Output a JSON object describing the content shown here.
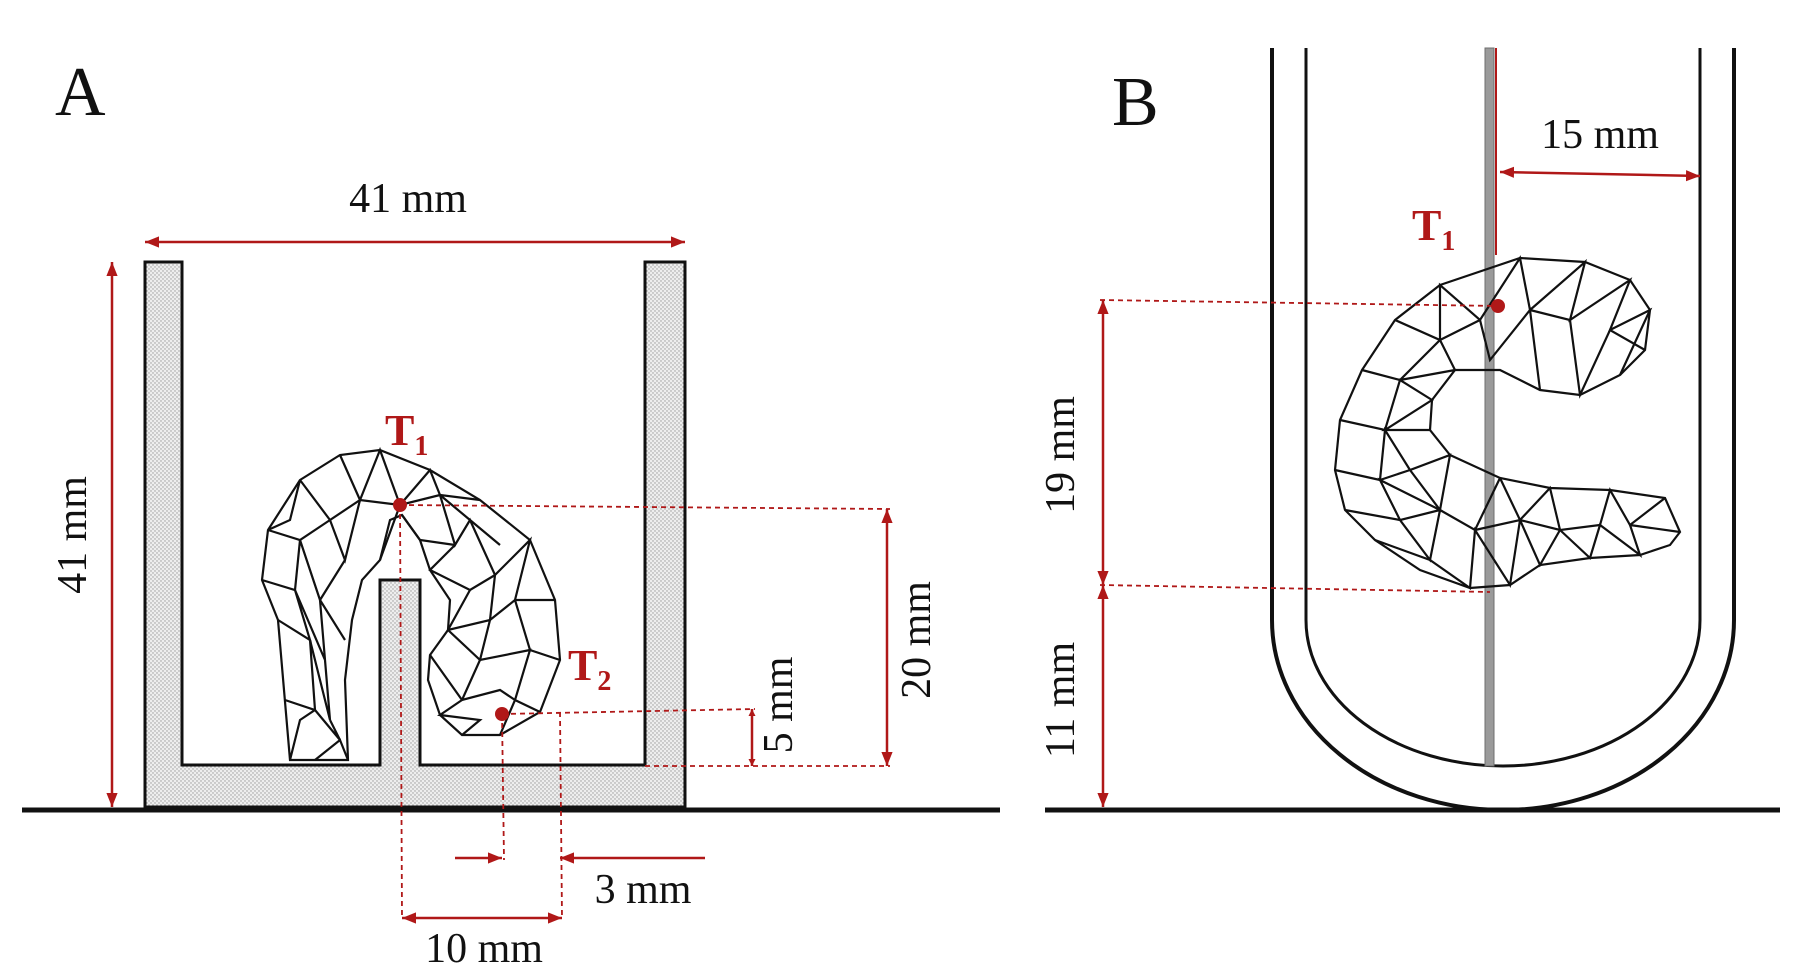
{
  "panels": {
    "a": {
      "letter": "A",
      "width_label": "41 mm",
      "height_label": "41 mm",
      "t1_label": "T",
      "t1_sub": "1",
      "t2_label": "T",
      "t2_sub": "2",
      "t1_height_label": "20 mm",
      "t2_height_label": "5 mm",
      "t2_offset_label": "3 mm",
      "t1_t2_spacing_label": "10 mm"
    },
    "b": {
      "letter": "B",
      "radius_label": "15 mm",
      "t1_label": "T",
      "t1_sub": "1",
      "upper_label": "19 mm",
      "lower_label": "11 mm"
    }
  },
  "colors": {
    "dimension": "#b01818",
    "line": "#111111",
    "wall_fill": "#e6e6e6",
    "rod": "#9a9a9a"
  }
}
